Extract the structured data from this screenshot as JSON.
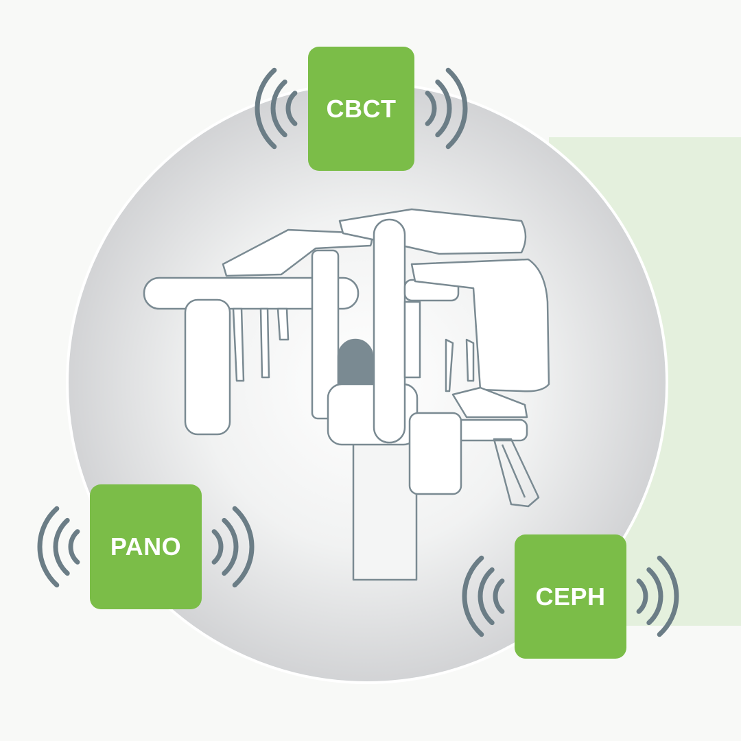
{
  "colors": {
    "accent_green": "#7bbd48",
    "wave_gray": "#6b7d86",
    "panel_green": "#e4f0dd",
    "outline": "#7a8a92"
  },
  "modes": [
    {
      "label": "CBCT",
      "icon": "signal-waves-icon"
    },
    {
      "label": "PANO",
      "icon": "signal-waves-icon"
    },
    {
      "label": "CEPH",
      "icon": "signal-waves-icon"
    }
  ],
  "illustration": {
    "icon": "dental-xray-machine-icon"
  }
}
